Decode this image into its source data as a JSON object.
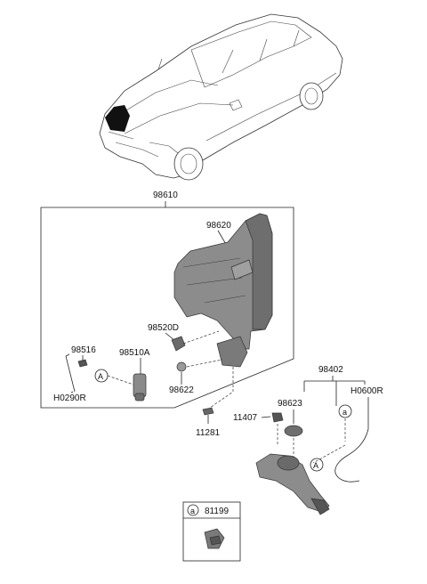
{
  "labels": {
    "assembly_main": "98610",
    "reservoir": "98620",
    "hose_connector": "98520D",
    "pump": "98510A",
    "nozzle_fitting": "98516",
    "hose": "H0290R",
    "grommet": "98622",
    "bolt_lower": "11281",
    "motor_assembly": "98402",
    "cap": "98623",
    "bolt_side": "11407",
    "hose_right": "H0600R",
    "clip": "81199"
  },
  "callouts": {
    "circle_a_lower": "a",
    "circle_A_left": "A",
    "circle_A_right": "A",
    "circle_a_right": "a",
    "circle_a_legend": "a"
  },
  "colors": {
    "part_fill": "#8c8c8c",
    "part_dark": "#5e5e5e",
    "line": "#222222"
  }
}
